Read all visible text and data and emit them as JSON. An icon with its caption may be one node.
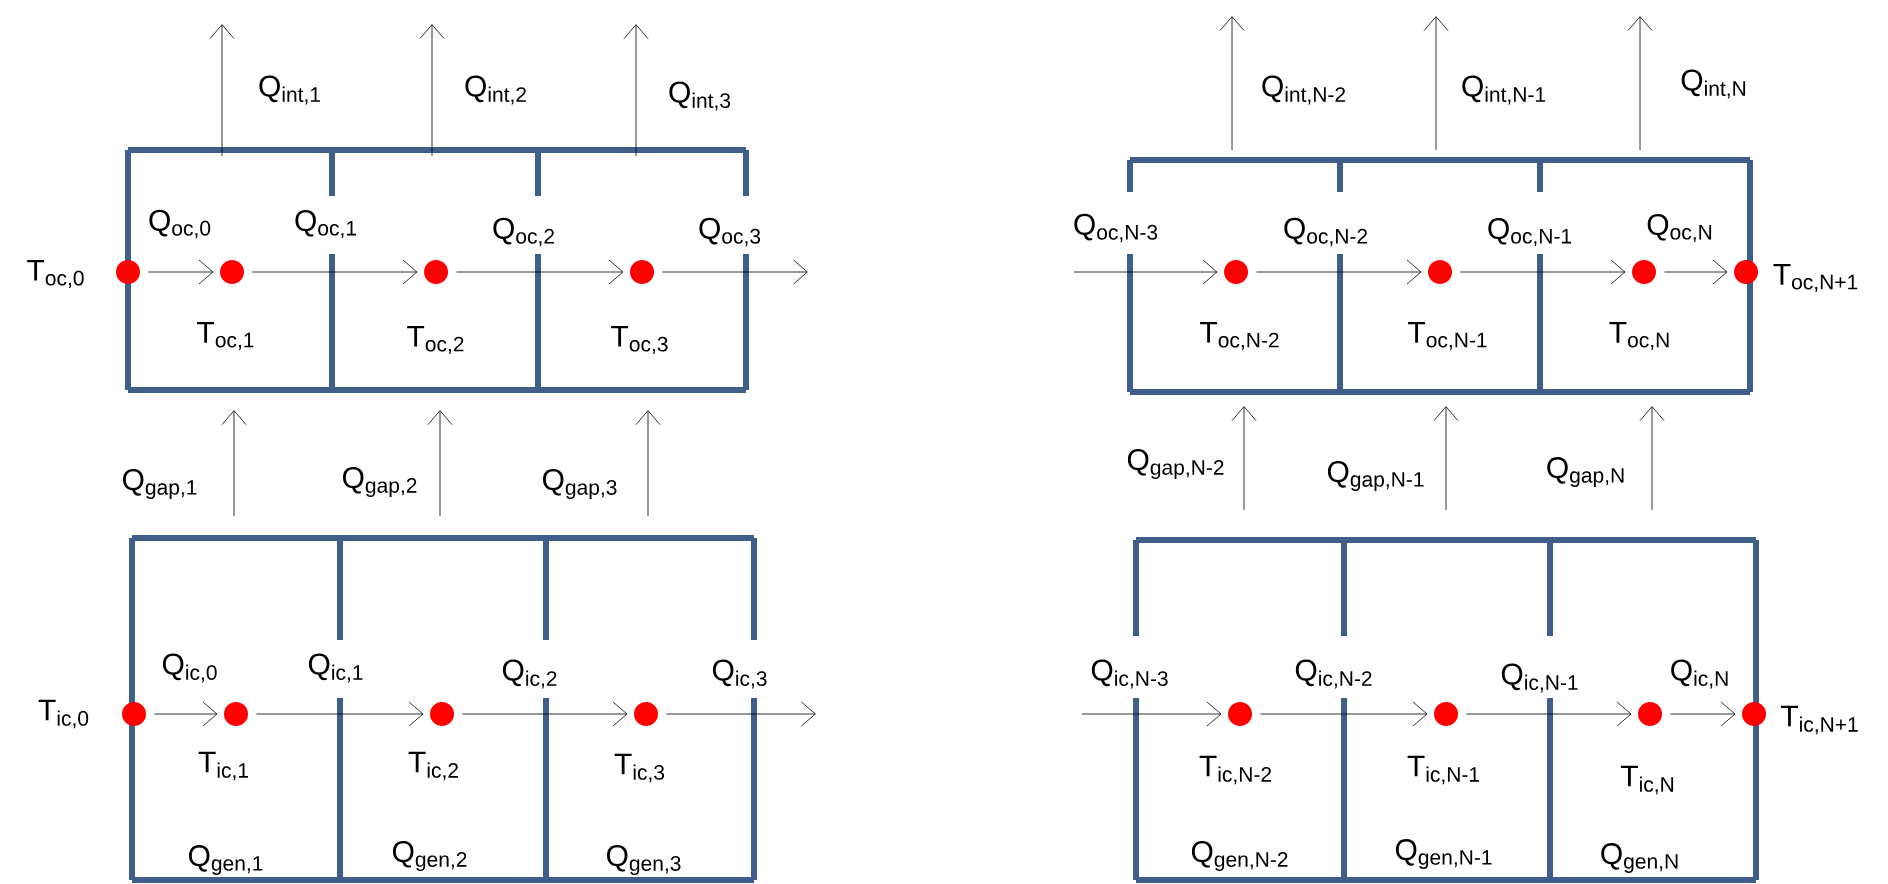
{
  "diagram": {
    "nodes": [
      {
        "text": [],
        "shape": "circle",
        "beside": [
          "T$_{oc,0}$"
        ]
      },
      {
        "text": [],
        "shape": "circle",
        "beside": [
          "T$_{oc,1}$"
        ]
      },
      {
        "text": [],
        "shape": "circle",
        "beside": [
          "T$_{oc,2}$"
        ]
      },
      {
        "text": [],
        "shape": "circle",
        "beside": [
          "T$_{oc,3}$"
        ]
      },
      {
        "text": [],
        "shape": "circle",
        "beside": [
          "T$_{oc,N-2}$"
        ]
      },
      {
        "text": [],
        "shape": "circle",
        "beside": [
          "T$_{oc,N-1}$"
        ]
      },
      {
        "text": [],
        "shape": "circle",
        "beside": [
          "T$_{oc,N}$"
        ]
      },
      {
        "text": [],
        "shape": "circle",
        "beside": [
          "T$_{oc,N+1}$"
        ]
      },
      {
        "text": [],
        "shape": "circle",
        "beside": [
          "T$_{ic,0}$"
        ]
      },
      {
        "text": [],
        "shape": "circle",
        "beside": [
          "T$_{ic,1}$"
        ]
      },
      {
        "text": [],
        "shape": "circle",
        "beside": [
          "T$_{ic,2}$"
        ]
      },
      {
        "text": [],
        "shape": "circle",
        "beside": [
          "T$_{ic,3}$"
        ]
      },
      {
        "text": [],
        "shape": "circle",
        "beside": [
          "T$_{ic,N-2}$"
        ]
      },
      {
        "text": [],
        "shape": "circle",
        "beside": [
          "T$_{ic,N-1}$"
        ]
      },
      {
        "text": [],
        "shape": "circle",
        "beside": [
          "T$_{ic,N}$"
        ]
      },
      {
        "text": [],
        "shape": "circle",
        "beside": [
          "T$_{ic,N+1}$"
        ]
      }
    ],
    "edges": [
      {
        "from": 0,
        "to": 1,
        "arrow": "to",
        "label": "Q$_{oc,0}$"
      },
      {
        "from": 1,
        "to": 2,
        "arrow": "to",
        "label": "Q$_{oc,1}$"
      },
      {
        "from": 2,
        "to": 3,
        "arrow": "to",
        "label": "Q$_{oc,2}$"
      },
      {
        "from": 3,
        "to": null,
        "arrow": "to",
        "label": "Q$_{oc,3}$"
      },
      {
        "from": null,
        "to": 4,
        "arrow": "to",
        "label": "Q$_{oc,N-3}$"
      },
      {
        "from": 4,
        "to": 5,
        "arrow": "to",
        "label": "Q$_{oc,N-2}$"
      },
      {
        "from": 5,
        "to": 6,
        "arrow": "to",
        "label": "Q$_{oc,N-1}$"
      },
      {
        "from": 6,
        "to": 7,
        "arrow": "to",
        "label": "Q$_{oc,N}$"
      },
      {
        "from": 8,
        "to": 9,
        "arrow": "to",
        "label": "Q$_{ic,0}$"
      },
      {
        "from": 9,
        "to": 10,
        "arrow": "to",
        "label": "Q$_{ic,1}$"
      },
      {
        "from": 10,
        "to": 11,
        "arrow": "to",
        "label": "Q$_{ic,2}$"
      },
      {
        "from": 11,
        "to": null,
        "arrow": "to",
        "label": "Q$_{ic,3}$"
      },
      {
        "from": null,
        "to": 12,
        "arrow": "to",
        "label": "Q$_{ic,N-3}$"
      },
      {
        "from": 12,
        "to": 13,
        "arrow": "to",
        "label": "Q$_{ic,N-2}$"
      },
      {
        "from": 13,
        "to": 14,
        "arrow": "to",
        "label": "Q$_{ic,N-1}$"
      },
      {
        "from": 14,
        "to": 15,
        "arrow": "to",
        "label": "Q$_{ic,N}$"
      }
    ],
    "labels": [
      "Q$_{int,1}$",
      "Q$_{int,2}$",
      "Q$_{int,3}$",
      "Q$_{int,N-2}$",
      "Q$_{int,N-1}$",
      "Q$_{int,N}$",
      "Q$_{gap,1}$",
      "Q$_{gap,2}$",
      "Q$_{gap,3}$",
      "Q$_{gap,N-2}$",
      "Q$_{gap,N-1}$",
      "Q$_{gap,N}$",
      "Q$_{gen,1}$",
      "Q$_{gen,2}$",
      "Q$_{gen,3}$",
      "Q$_{gen,N-2}$",
      "Q$_{gen,N-1}$",
      "Q$_{gen,N}$"
    ]
  }
}
